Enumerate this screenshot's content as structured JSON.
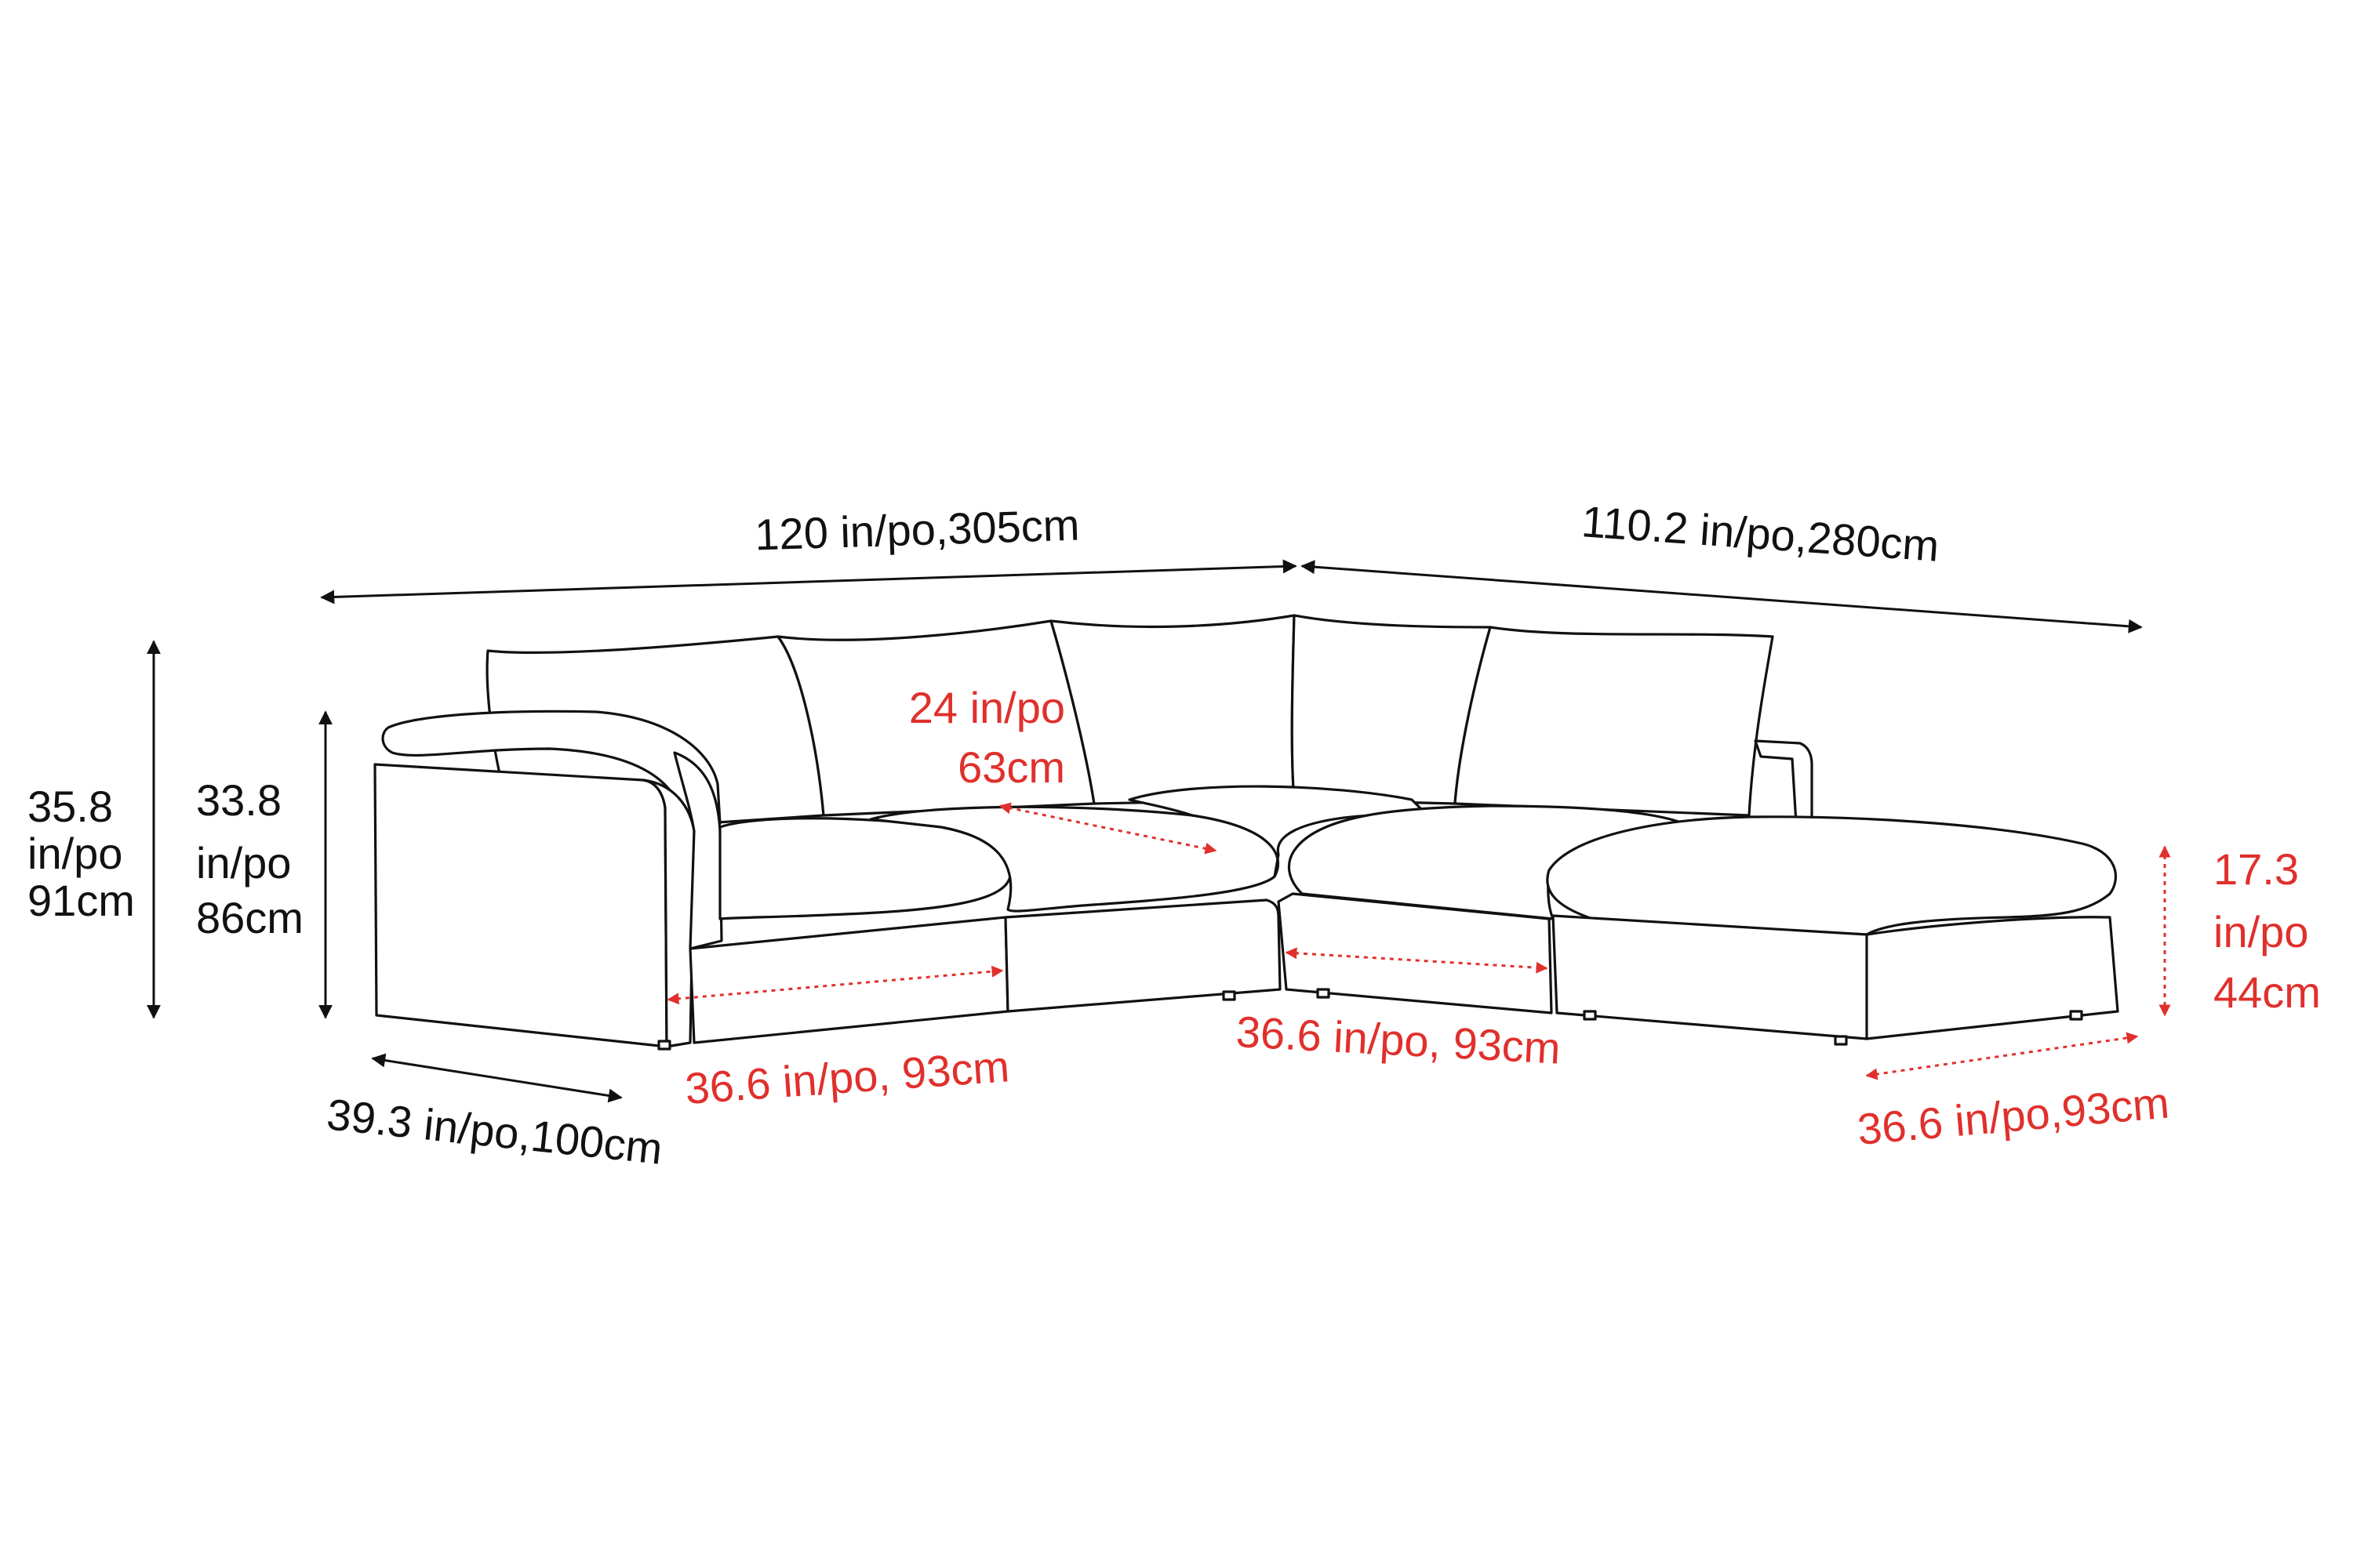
{
  "dimensions": {
    "left_width": "120 in/po,305cm",
    "right_width": "110.2 in/po,280cm",
    "total_height": {
      "line1": "35.8",
      "line2": "in/po",
      "line3": "91cm"
    },
    "arm_height": {
      "line1": "33.8",
      "line2": "in/po",
      "line3": "86cm"
    },
    "depth": "39.3 in/po,100cm",
    "seat_depth": {
      "line1": "24 in/po",
      "line2": "63cm"
    },
    "seat_width_left": "36.6 in/po, 93cm",
    "seat_width_middle": "36.6 in/po, 93cm",
    "ottoman_width": "36.6 in/po,93cm",
    "ottoman_height": {
      "line1": "17.3",
      "line2": "in/po",
      "line3": "44cm"
    }
  },
  "colors": {
    "outline": "#111111",
    "accent_red": "#e0302c",
    "background": "#ffffff"
  }
}
